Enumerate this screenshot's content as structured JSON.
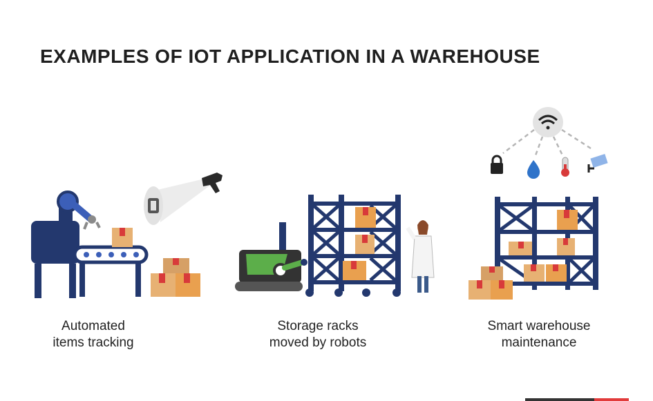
{
  "title": "EXAMPLES OF IOT APPLICATION IN A WAREHOUSE",
  "panels": [
    {
      "caption": "Automated\nitems tracking",
      "icon": "robot-arm-conveyor-scanner"
    },
    {
      "caption": "Storage racks\nmoved by robots",
      "icon": "mobile-robot-rack-worker"
    },
    {
      "caption": "Smart warehouse\nmaintenance",
      "icon": "wifi-sensors-rack"
    }
  ],
  "sensors": [
    "lock-icon",
    "water-drop-icon",
    "thermometer-icon",
    "camera-icon"
  ],
  "colors": {
    "navy": "#23386e",
    "box_light": "#e7b173",
    "box_mid": "#e9a04f",
    "box_red": "#d83a3a",
    "robot_green": "#5cae4a",
    "gray": "#8a8a8a"
  }
}
